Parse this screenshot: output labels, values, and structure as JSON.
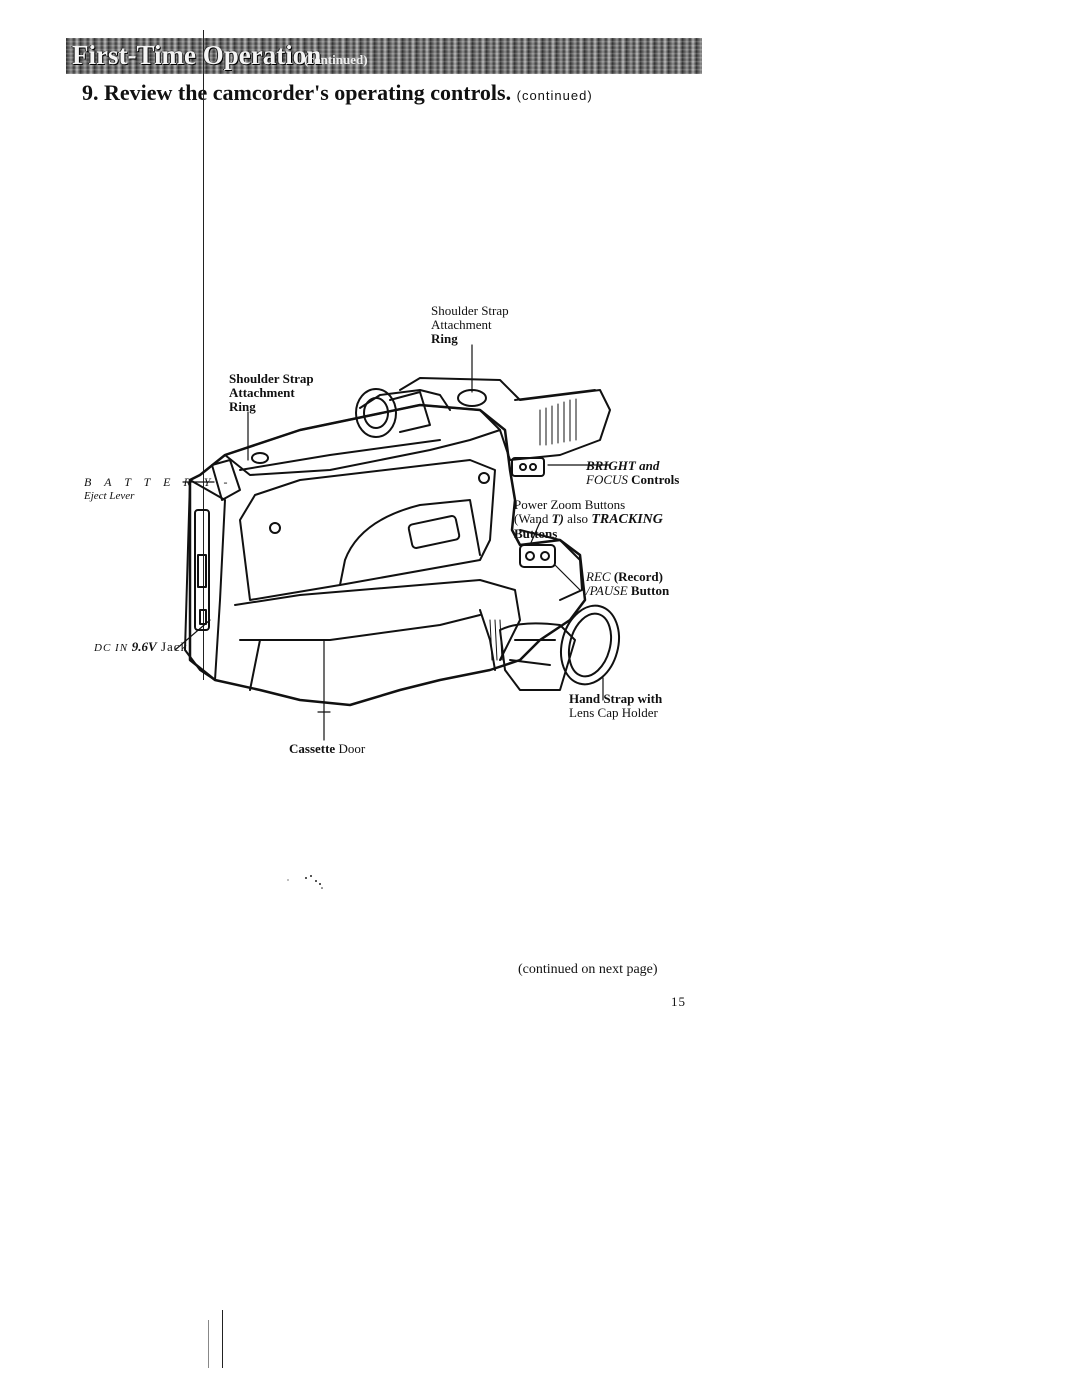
{
  "header": {
    "banner_title": "First-Time Operation",
    "banner_sub": "(continued)"
  },
  "heading": {
    "number": "9.",
    "text": "Review the camcorder's operating controls.",
    "suffix": "(continued)"
  },
  "callouts": {
    "shoulder_strap_right": {
      "line1": "Shoulder   Strap",
      "line2": "Attachment",
      "line3": "Ring"
    },
    "shoulder_strap_left": {
      "line1": "Shoulder Strap",
      "line2": "Attachment",
      "line3": "Ring"
    },
    "battery": {
      "line1": "B A T T E R Y -",
      "line2": "Eject   Lever"
    },
    "bright_focus": {
      "line1": "BRIGHT and",
      "line2_italic": "FOCUS",
      "line2_rest": " Controls"
    },
    "power_zoom": {
      "line1": "Power   Zoom   Buttons",
      "line2_a": "(Wand",
      "line2_b": "T)",
      "line2_c": " also ",
      "line2_d": "TRACKING",
      "line3": "Buttons"
    },
    "rec_pause": {
      "line1_italic": "REC",
      "line1_rest": " (Record)",
      "line2_italic": "/PAUSE",
      "line2_rest": " Button"
    },
    "dc_in": {
      "italic": "DC IN ",
      "volt": "9.6V",
      "rest": " Jack"
    },
    "hand_strap": {
      "line1": "Hand Strap with",
      "line2": "Lens   Cap   Holder"
    },
    "cassette_door": {
      "bold": "Cassette",
      "rest": " Door"
    }
  },
  "footer": {
    "continued": "(continued on next page)",
    "page_number": "15"
  }
}
